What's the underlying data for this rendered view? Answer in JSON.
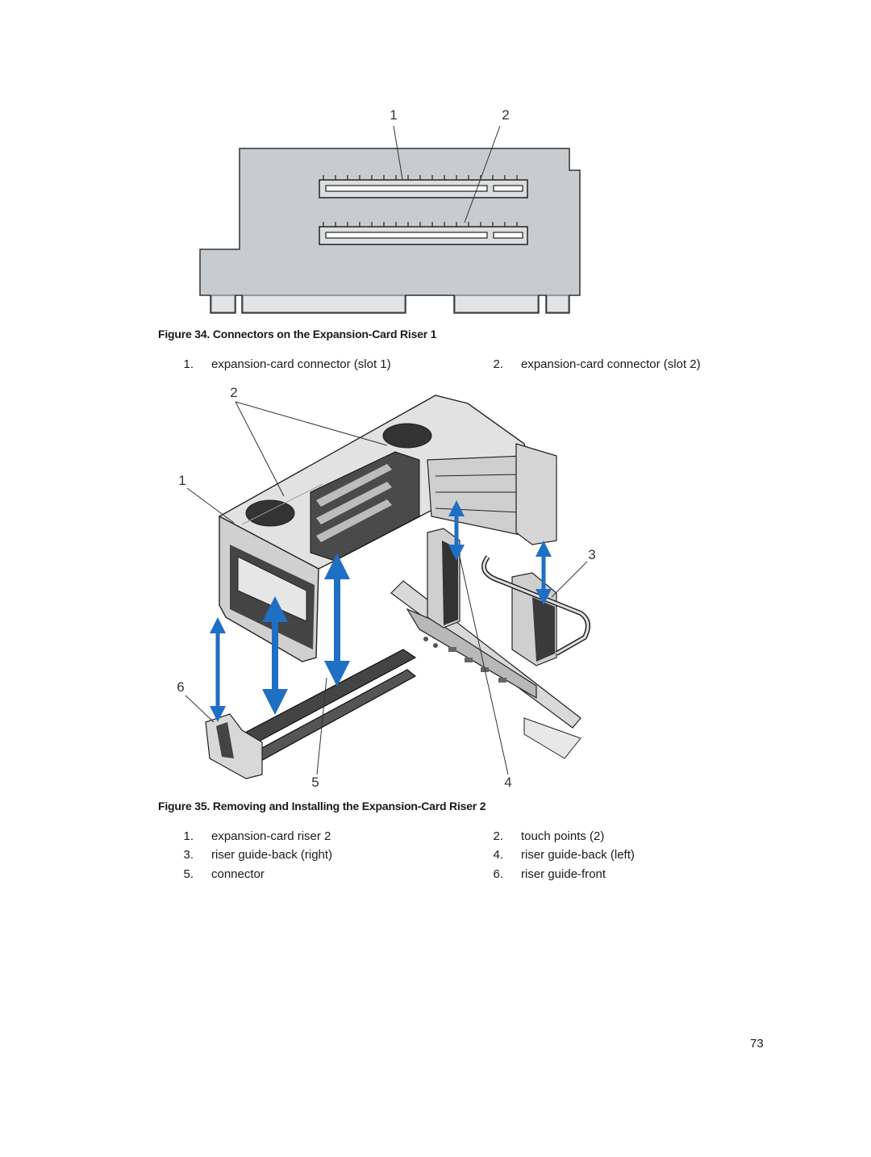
{
  "figure34": {
    "callouts": [
      "1",
      "2"
    ],
    "caption": "Figure 34. Connectors on the Expansion-Card Riser 1",
    "legend": [
      {
        "num": "1.",
        "text": "expansion-card connector (slot 1)"
      },
      {
        "num": "2.",
        "text": "expansion-card connector (slot 2)"
      }
    ]
  },
  "figure35": {
    "callouts": [
      "1",
      "2",
      "3",
      "4",
      "5",
      "6"
    ],
    "caption": "Figure 35. Removing and Installing the Expansion-Card Riser 2",
    "legend": [
      {
        "num": "1.",
        "text": "expansion-card riser 2"
      },
      {
        "num": "2.",
        "text": "touch points (2)"
      },
      {
        "num": "3.",
        "text": "riser guide-back (right)"
      },
      {
        "num": "4.",
        "text": "riser guide-back (left)"
      },
      {
        "num": "5.",
        "text": "connector"
      },
      {
        "num": "6.",
        "text": "riser guide-front"
      }
    ]
  },
  "page_number": "73",
  "colors": {
    "arrow": "#1f6fc4",
    "board": "#c9ccce",
    "outline": "#222222"
  }
}
